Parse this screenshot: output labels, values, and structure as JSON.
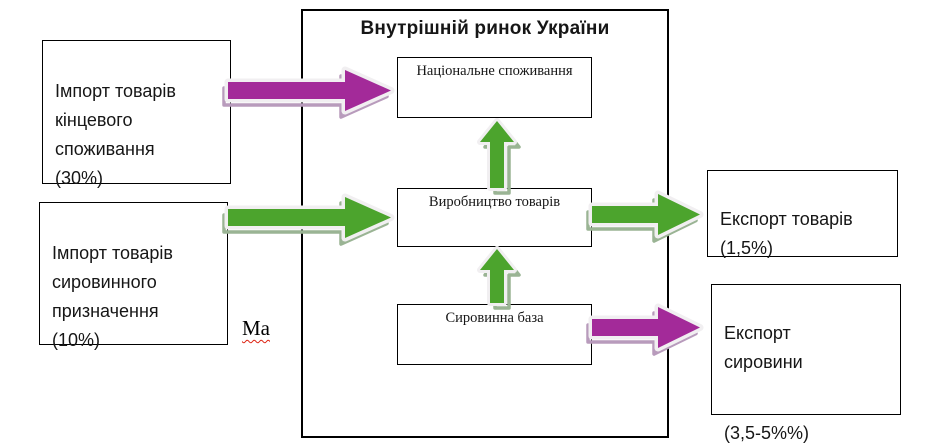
{
  "colors": {
    "arrow_green": "#4CA42D",
    "arrow_green_shadow": "#9AB494",
    "arrow_purple": "#A32A99",
    "arrow_purple_shadow": "#B89BBC"
  },
  "market": {
    "title": "Внутрішній ринок України",
    "nodes": {
      "consumption": "Національне споживання",
      "production": "Виробництво товарів",
      "raw_base": "Сировинна база"
    }
  },
  "imports": {
    "final_goods": "Імпорт товарів\nкінцевого\nспоживання\n(30%)",
    "raw_materials": "Імпорт товарів\nсировинного\nпризначення\n(10%)"
  },
  "exports": {
    "goods": "Експорт товарів\n(1,5%)",
    "raw_label": "Експорт\nсировини",
    "raw_pct": "(3,5-5%%)"
  },
  "note": "Ма"
}
